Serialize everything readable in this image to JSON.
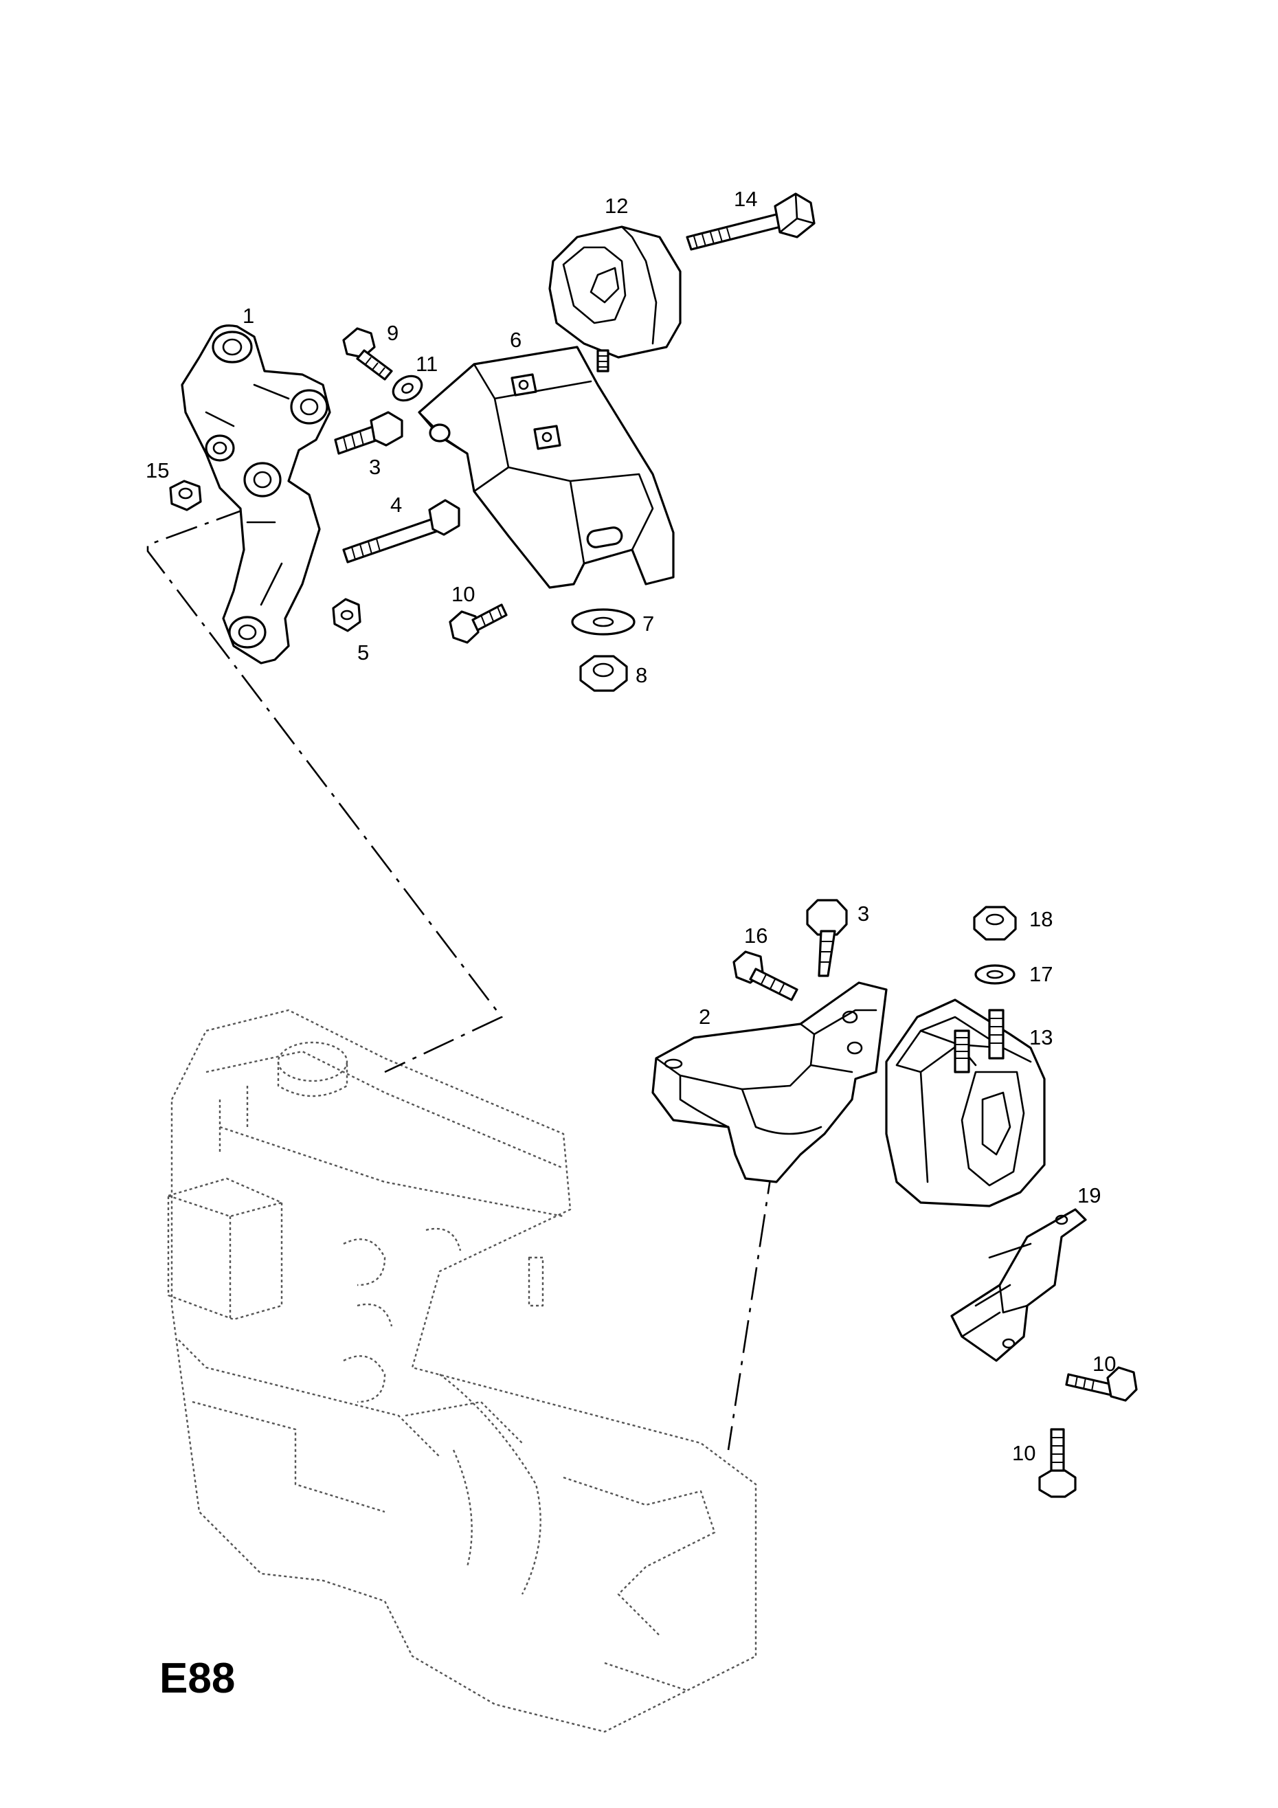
{
  "diagram_code": "E88",
  "callouts": {
    "c1": "1",
    "c2": "2",
    "c3a": "3",
    "c3b": "3",
    "c4": "4",
    "c5": "5",
    "c6": "6",
    "c7": "7",
    "c8": "8",
    "c9": "9",
    "c10a": "10",
    "c10b": "10",
    "c10c": "10",
    "c11": "11",
    "c12": "12",
    "c13": "13",
    "c14": "14",
    "c15": "15",
    "c16": "16",
    "c17": "17",
    "c18": "18",
    "c19": "19"
  }
}
